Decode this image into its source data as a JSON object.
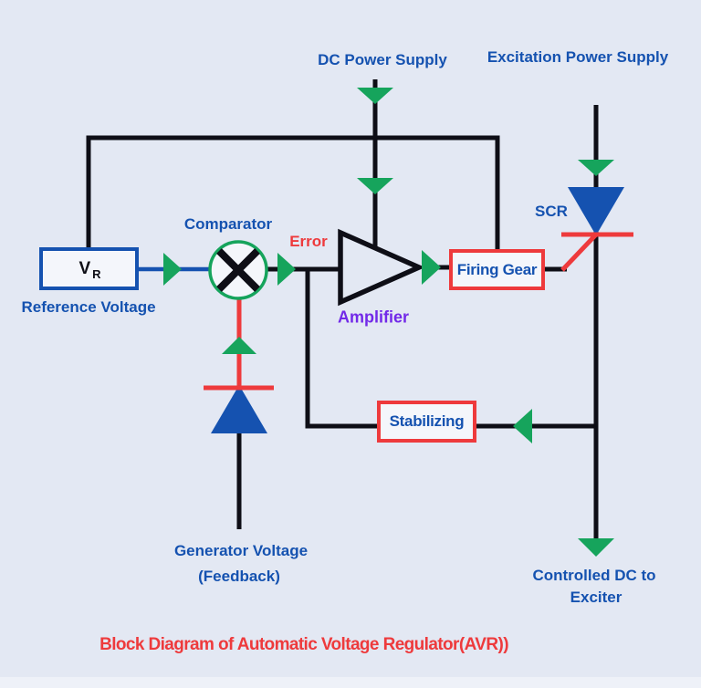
{
  "page": {
    "title": "Block Diagram of Automatic Voltage Regulator(AVR))"
  },
  "labels": {
    "dc_power_supply": "DC Power Supply",
    "excitation_power_supply": "Excitation Power Supply",
    "comparator": "Comparator",
    "error": "Error",
    "amplifier": "Amplifier",
    "scr": "SCR",
    "reference_voltage": "Reference Voltage",
    "generator_voltage": "Generator Voltage",
    "feedback": "(Feedback)",
    "controlled_dc_line1": "Controlled DC to",
    "controlled_dc_line2": "Exciter"
  },
  "blocks": {
    "reference": {
      "symbol_main": "V",
      "symbol_sub": "R"
    },
    "firing_gear": {
      "label": "Firing Gear"
    },
    "stabilizing": {
      "label": "Stabilizing"
    }
  },
  "colors": {
    "background": "#e3e8f3",
    "footer_strip": "#eef1f8",
    "line_black": "#0e0e16",
    "blue": "#1552b0",
    "green": "#16a45c",
    "red": "#ee3a3c",
    "purple": "#7229e8",
    "box_fill": "#f4f6fb"
  }
}
